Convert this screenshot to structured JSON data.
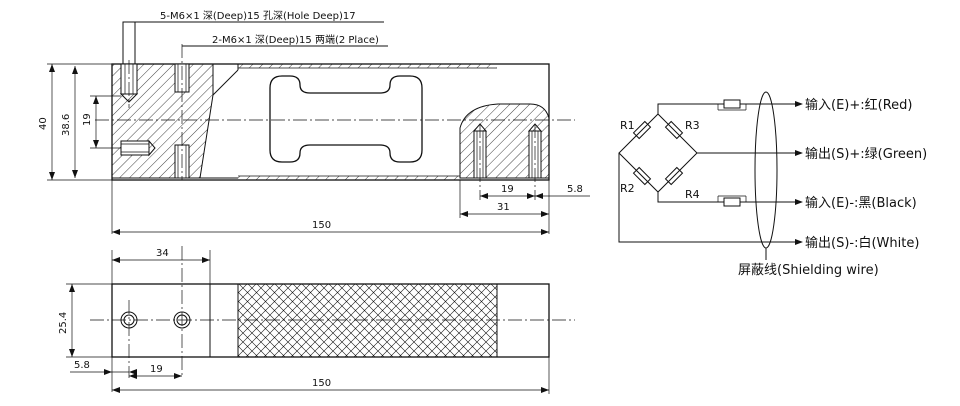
{
  "top_view": {
    "notes": {
      "threads_5": "5-M6×1 深(Deep)15 孔深(Hole Deep)17",
      "threads_2": "2-M6×1 深(Deep)15 两端(2 Place)"
    },
    "dims": {
      "height_total": "40",
      "height_inner": "38.6",
      "hole_span": "19",
      "right_hole_gap": "19",
      "right_edge_offset": "5.8",
      "right_block": "31",
      "length": "150"
    }
  },
  "bottom_view": {
    "dims": {
      "block_len": "34",
      "width": "25.4",
      "edge_offset": "5.8",
      "hole_gap": "19",
      "length": "150"
    }
  },
  "circuit": {
    "resistors": [
      "R1",
      "R2",
      "R3",
      "R4"
    ],
    "wires": [
      "输入(E)+:红(Red)",
      "输出(S)+:绿(Green)",
      "输入(E)-:黑(Black)",
      "输出(S)-:白(White)"
    ],
    "shield_label": "屏蔽线(Shielding wire)"
  },
  "colors": {
    "line": "#111111",
    "background": "#ffffff"
  }
}
